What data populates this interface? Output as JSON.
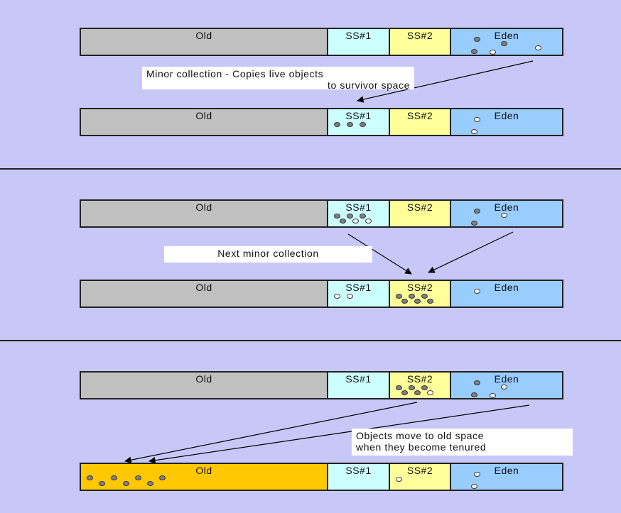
{
  "labels": {
    "old": "Old",
    "ss1": "SS#1",
    "ss2": "SS#2",
    "eden": "Eden"
  },
  "captions": {
    "minor_1_line1": "Minor collection - Copies live objects",
    "minor_1_line2": "to survivor space",
    "next_minor": "Next minor collection",
    "tenure_line1": "Objects move to old space",
    "tenure_line2": "when they become tenured"
  },
  "colors": {
    "background": "#c8c8f8",
    "old": "#c0c0c0",
    "old_tenured": "#ffc800",
    "survivor_1": "#ccffff",
    "survivor_2": "#ffff99",
    "eden": "#99ccff",
    "live_object": "#808080",
    "dead_object": "#ffffff"
  },
  "heap_states": [
    {
      "name": "before-minor-collection",
      "old_tenured": false,
      "old": {
        "live": 0,
        "dead": 0
      },
      "ss1": {
        "live": 0,
        "dead": 0
      },
      "ss2": {
        "live": 0,
        "dead": 0
      },
      "eden": {
        "live": 3,
        "dead": 2
      }
    },
    {
      "name": "after-minor-collection",
      "old_tenured": false,
      "old": {
        "live": 0,
        "dead": 0
      },
      "ss1": {
        "live": 3,
        "dead": 0
      },
      "ss2": {
        "live": 0,
        "dead": 0
      },
      "eden": {
        "live": 0,
        "dead": 2
      }
    },
    {
      "name": "before-next-minor-collection",
      "old_tenured": false,
      "old": {
        "live": 0,
        "dead": 0
      },
      "ss1": {
        "live": 4,
        "dead": 2
      },
      "ss2": {
        "live": 0,
        "dead": 0
      },
      "eden": {
        "live": 2,
        "dead": 1
      }
    },
    {
      "name": "after-next-minor-collection",
      "old_tenured": false,
      "old": {
        "live": 0,
        "dead": 0
      },
      "ss1": {
        "live": 0,
        "dead": 2
      },
      "ss2": {
        "live": 6,
        "dead": 0
      },
      "eden": {
        "live": 0,
        "dead": 1
      }
    },
    {
      "name": "before-tenuring",
      "old_tenured": false,
      "old": {
        "live": 0,
        "dead": 0
      },
      "ss1": {
        "live": 0,
        "dead": 0
      },
      "ss2": {
        "live": 5,
        "dead": 1
      },
      "eden": {
        "live": 2,
        "dead": 2
      }
    },
    {
      "name": "after-tenuring",
      "old_tenured": true,
      "old": {
        "live": 7,
        "dead": 0
      },
      "ss1": {
        "live": 0,
        "dead": 0
      },
      "ss2": {
        "live": 0,
        "dead": 1
      },
      "eden": {
        "live": 0,
        "dead": 2
      }
    }
  ]
}
